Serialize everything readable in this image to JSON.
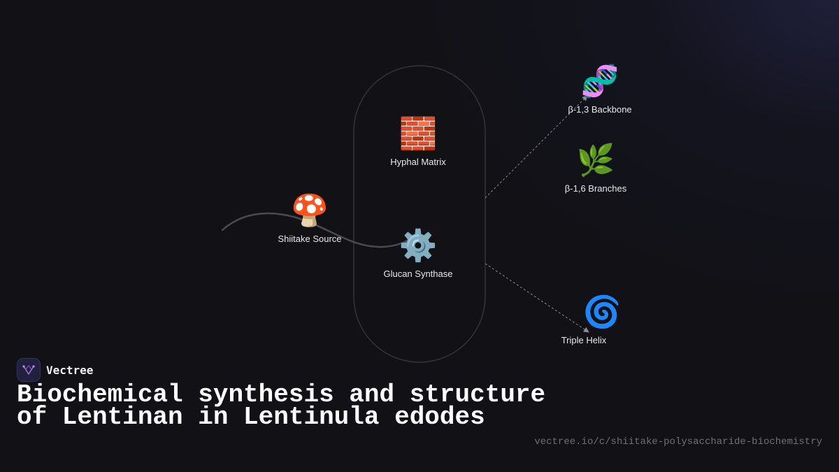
{
  "brand": {
    "name": "Vectree",
    "logo_icon": "vectree-logo-icon",
    "logo_color": "#a06ad8"
  },
  "title": "Biochemical synthesis and structure of Lentinan in Lentinula edodes",
  "url": "vectree.io/c/shiitake-polysaccharide-biochemistry",
  "nodes": {
    "shiitake": {
      "icon": "mushroom-icon",
      "glyph": "🍄",
      "label": "Shiitake Source"
    },
    "hyphal": {
      "icon": "brick-icon",
      "glyph": "🧱",
      "label": "Hyphal Matrix"
    },
    "synthase": {
      "icon": "gear-icon",
      "glyph": "⚙️",
      "label": "Glucan Synthase"
    },
    "backbone": {
      "icon": "dna-icon",
      "glyph": "🧬",
      "label": "β-1,3 Backbone"
    },
    "branches": {
      "icon": "herb-icon",
      "glyph": "🌿",
      "label": "β-1,6 Branches"
    },
    "helix": {
      "icon": "cyclone-icon",
      "glyph": "🌀",
      "label": "Triple Helix"
    }
  },
  "colors": {
    "background": "#111116",
    "connector": "#4a4a50",
    "capsule_outline": "#333338",
    "arrow": "#8a8a90",
    "label": "#e8e8ec",
    "url": "#6f6f78"
  }
}
